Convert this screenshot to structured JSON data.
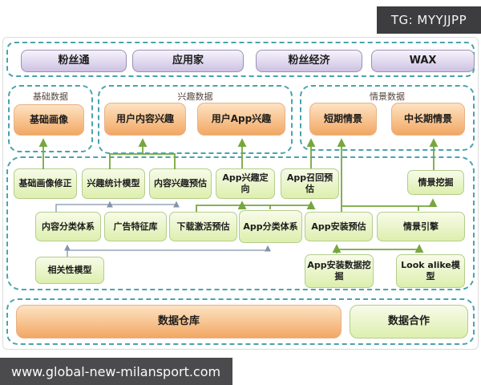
{
  "overlay": {
    "tg_label": "TG: MYYJJPP",
    "watermark": "www.global-new-milansport.com"
  },
  "products": {
    "items": [
      "粉丝通",
      "应用家",
      "粉丝经济",
      "WAX"
    ]
  },
  "sections": {
    "base": {
      "title": "基础数据",
      "boxes": [
        "基础画像"
      ]
    },
    "interest": {
      "title": "兴趣数据",
      "boxes": [
        "用户内容兴趣",
        "用户App兴趣"
      ]
    },
    "scene": {
      "title": "情景数据",
      "boxes": [
        "短期情景",
        "中长期情景"
      ]
    }
  },
  "models": {
    "row1": [
      "基础画像修正",
      "兴趣统计模型",
      "内容兴趣预估",
      "App兴趣定向",
      "App召回预估",
      "情景挖掘"
    ],
    "row2": [
      "内容分类体系",
      "广告特征库",
      "下载激活预估",
      "App分类体系",
      "App安装预估",
      "情景引擎"
    ],
    "row3": [
      "相关性模型",
      "App安装数据挖掘",
      "Look alike模型"
    ]
  },
  "bottom": {
    "warehouse": "数据仓库",
    "cooperation": "数据合作"
  },
  "colors": {
    "dashed_border": "#4aa3ad",
    "green_arrow": "#76a73e",
    "gray_arrow": "#8295aa",
    "orange_box_top": "#fde3c2",
    "orange_box_bottom": "#f2a763",
    "green_box_top": "#f7fbe9",
    "green_box_bottom": "#ddefae",
    "purple_box_top": "#f6f3fb",
    "purple_box_bottom": "#cdc2e2",
    "overlay_bg": "#3d3d3f"
  }
}
